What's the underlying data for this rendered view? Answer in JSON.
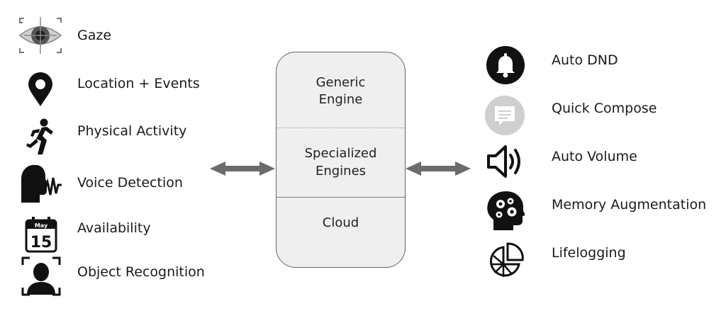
{
  "inputs": [
    {
      "label": "Gaze",
      "icon": "eye-target-icon"
    },
    {
      "label": "Location + Events",
      "icon": "location-pin-icon"
    },
    {
      "label": "Physical Activity",
      "icon": "running-person-icon"
    },
    {
      "label": "Voice Detection",
      "icon": "speaking-head-icon"
    },
    {
      "label": "Availability",
      "icon": "calendar-icon",
      "icon_text": {
        "month": "May",
        "day": "15"
      }
    },
    {
      "label": "Object Recognition",
      "icon": "face-recognition-icon"
    }
  ],
  "engine": {
    "generic": "Generic\nEngine",
    "specialized": "Specialized\nEngines",
    "cloud": "Cloud"
  },
  "outputs": [
    {
      "label": "Auto DND",
      "icon": "bell-icon"
    },
    {
      "label": "Quick Compose",
      "icon": "message-icon"
    },
    {
      "label": "Auto Volume",
      "icon": "speaker-icon"
    },
    {
      "label": "Memory Augmentation",
      "icon": "brain-gears-icon"
    },
    {
      "label": "Lifelogging",
      "icon": "pie-chart-icon"
    }
  ],
  "colors": {
    "icon": "#111111",
    "box_fill": "#efefef",
    "arrow": "#6b6b6b",
    "message_bubble": "#cfcfcf"
  }
}
